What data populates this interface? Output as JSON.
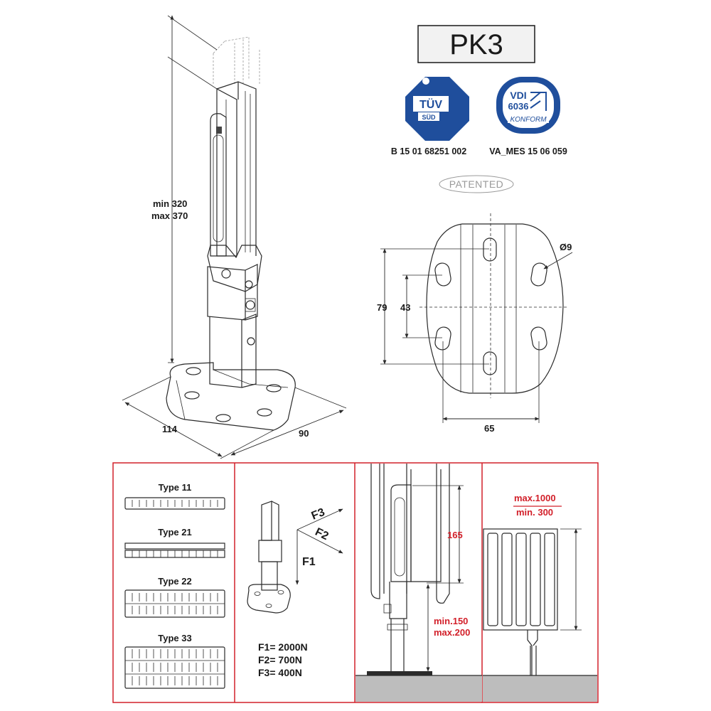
{
  "header": {
    "model": "PK3",
    "certificates": [
      {
        "name": "TÜV SÜD",
        "line1": "TÜV",
        "line2": "SÜD",
        "code": "B 15 01 68251 002"
      },
      {
        "name": "VDI 6036 KONFORM",
        "line1": "VDI",
        "line2": "6036",
        "line3": "KONFORM",
        "code": "VA_MES 15 06 059"
      }
    ],
    "patent": "PATENTED"
  },
  "bracket": {
    "height_label_min": "min 320",
    "height_label_max": "max 370",
    "base_length": "114",
    "base_width": "90"
  },
  "base_plate": {
    "hole_label": "Ø9",
    "dim_79": "79",
    "dim_43": "43",
    "dim_65": "65"
  },
  "types": {
    "items": [
      {
        "label": "Type 11"
      },
      {
        "label": "Type 21"
      },
      {
        "label": "Type 22"
      },
      {
        "label": "Type 33"
      }
    ]
  },
  "forces": {
    "f1_label": "F1",
    "f2_label": "F2",
    "f3_label": "F3",
    "f1_value": "F1= 2000N",
    "f2_value": "F2= 700N",
    "f3_value": "F3= 400N"
  },
  "install": {
    "dim_165": "165",
    "floor_min": "min.150",
    "floor_max": "max.200",
    "height_max": "max.1000",
    "height_min": "min. 300"
  },
  "colors": {
    "accent_red": "#d2202a",
    "tuv_blue": "#1f4e9c",
    "vdi_blue": "#1f4e9c",
    "floor_grey": "#bdbdbd"
  }
}
